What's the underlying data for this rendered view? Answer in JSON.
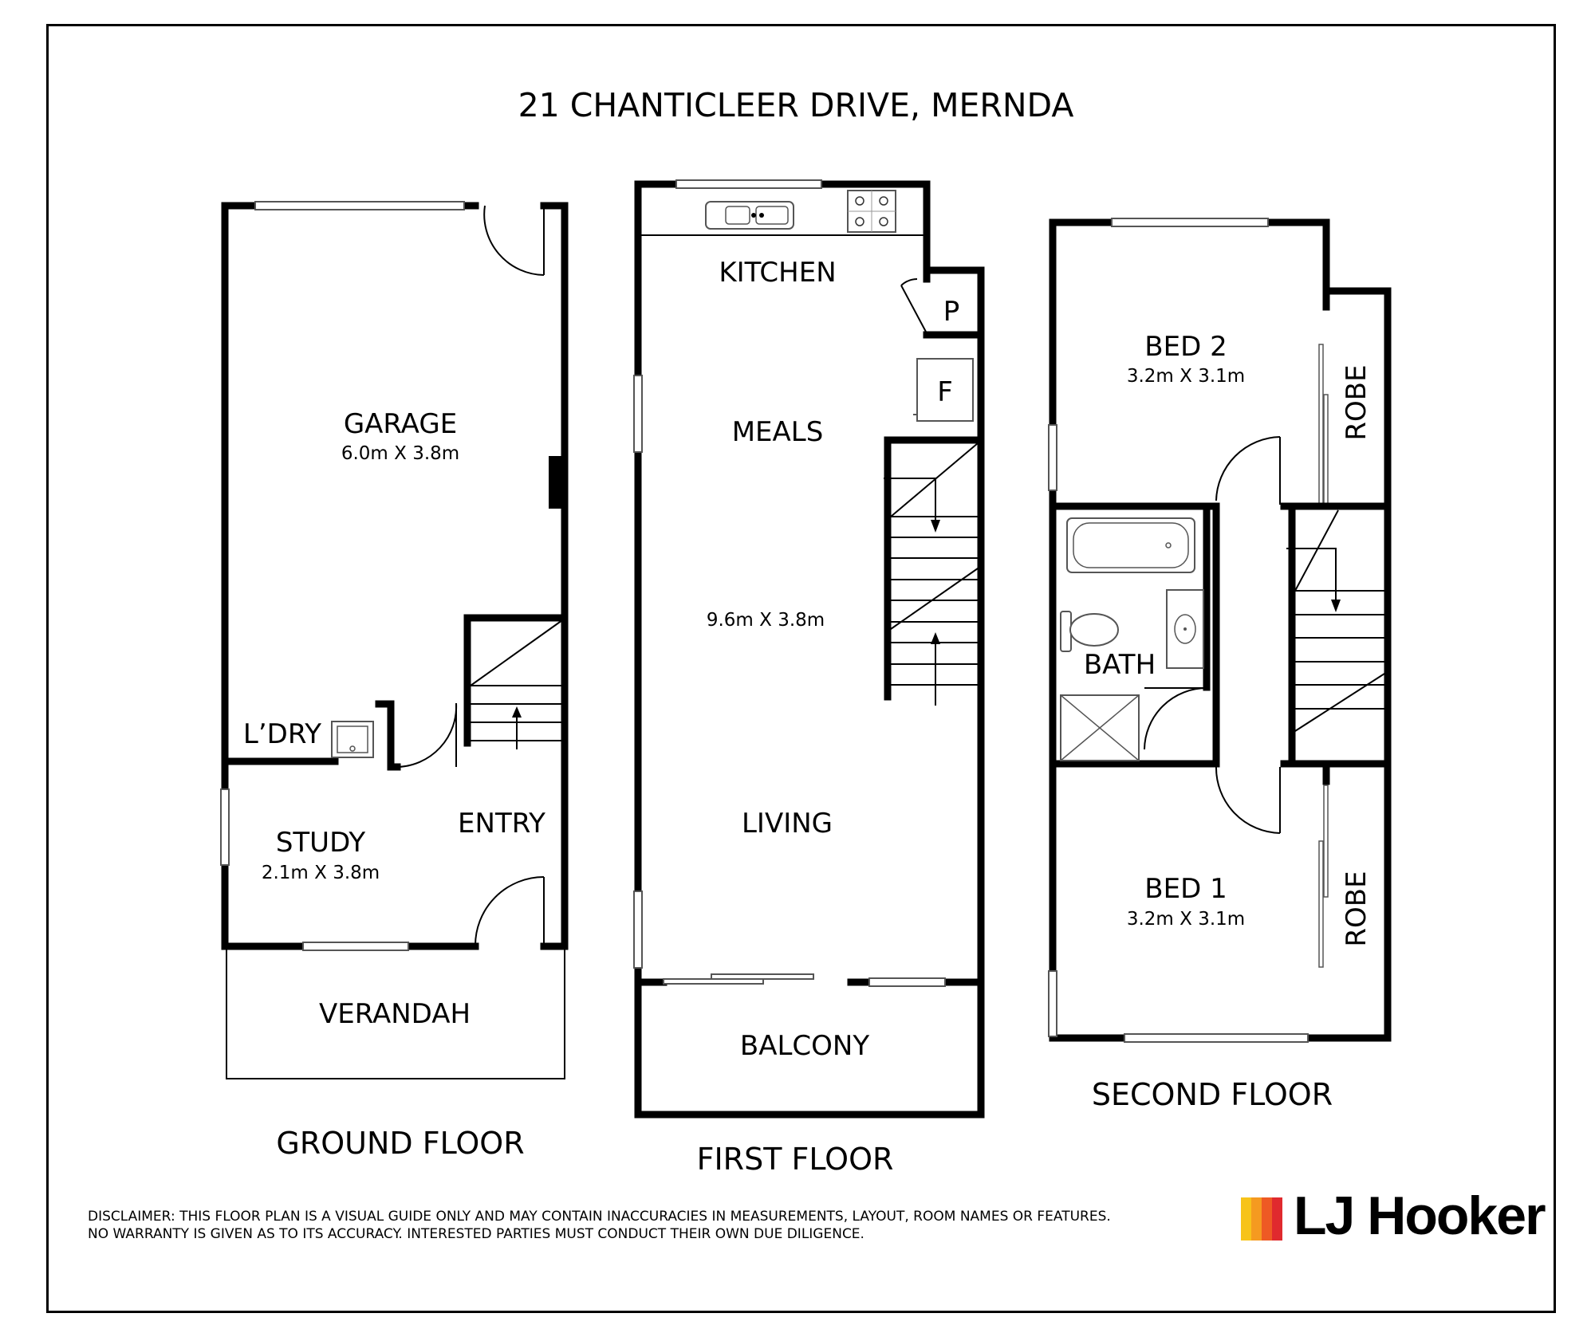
{
  "title": "21 CHANTICLEER DRIVE, MERNDA",
  "rooms": {
    "garage": {
      "name": "GARAGE",
      "dims": "6.0m X 3.8m"
    },
    "laundry": {
      "name": "L’DRY"
    },
    "study": {
      "name": "STUDY",
      "dims": "2.1m X 3.8m"
    },
    "entry": {
      "name": "ENTRY"
    },
    "verandah": {
      "name": "VERANDAH"
    },
    "kitchen": {
      "name": "KITCHEN"
    },
    "pantry": {
      "name": "P"
    },
    "fridge": {
      "name": "F"
    },
    "meals": {
      "name": "MEALS"
    },
    "living": {
      "name": "LIVING",
      "dims": "9.6m X 3.8m"
    },
    "balcony": {
      "name": "BALCONY"
    },
    "bed2": {
      "name": "BED 2",
      "dims": "3.2m X 3.1m"
    },
    "robe2": {
      "name": "ROBE"
    },
    "bath": {
      "name": "BATH"
    },
    "bed1": {
      "name": "BED 1",
      "dims": "3.2m X 3.1m"
    },
    "robe1": {
      "name": "ROBE"
    }
  },
  "floors": {
    "ground": "GROUND FLOOR",
    "first": "FIRST FLOOR",
    "second": "SECOND FLOOR"
  },
  "disclaimer": {
    "line1": "DISCLAIMER: THIS FLOOR PLAN IS A VISUAL GUIDE ONLY AND MAY CONTAIN INACCURACIES IN MEASUREMENTS, LAYOUT, ROOM NAMES OR FEATURES.",
    "line2": "NO WARRANTY IS GIVEN AS TO ITS ACCURACY. INTERESTED PARTIES MUST CONDUCT THEIR OWN DUE DILIGENCE."
  },
  "logo": {
    "text": "LJ Hooker",
    "colors": [
      "#f7c31a",
      "#f59a20",
      "#ee5a24",
      "#e02a2e"
    ]
  }
}
